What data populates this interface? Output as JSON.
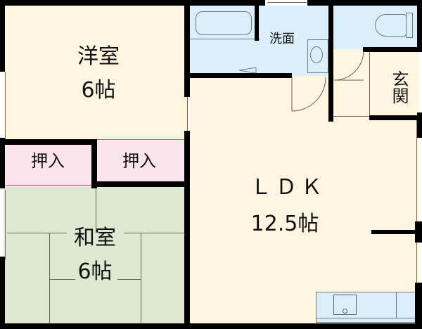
{
  "floorplan": {
    "rooms": {
      "western_room": {
        "name": "洋室",
        "size": "6帖"
      },
      "closet_left": {
        "name": "押入"
      },
      "closet_right": {
        "name": "押入"
      },
      "japanese_room": {
        "name": "和室",
        "size": "6帖"
      },
      "washroom": {
        "name": "洗面"
      },
      "entrance": {
        "name": "玄関"
      },
      "ldk": {
        "name": "ＬＤＫ",
        "size": "12.5帖"
      }
    },
    "colors": {
      "floor_beige": "#fff5e1",
      "water_blue": "#dbeefa",
      "closet_pink": "#fce4ec",
      "tatami_green": "#dfe8d2",
      "wall": "#000000"
    }
  }
}
